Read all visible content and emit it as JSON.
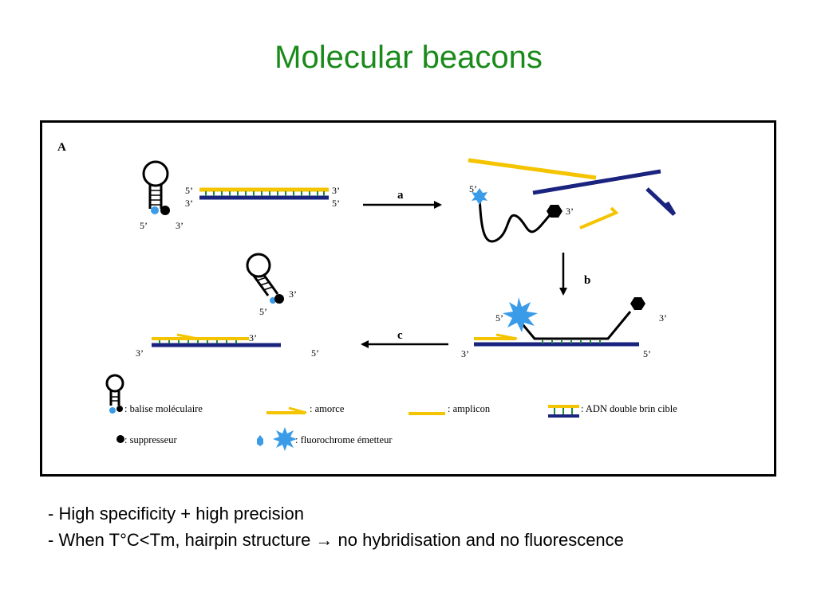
{
  "title": "Molecular beacons",
  "figure": {
    "panel_label": "A",
    "labels": {
      "five_prime": "5’",
      "three_prime": "3’"
    },
    "arrows": {
      "a": "a",
      "b": "b",
      "c": "c"
    },
    "legend": {
      "beacon": ": balise moléculaire",
      "primer": ": amorce",
      "amplicon": ": amplicon",
      "target": ": ADN double brin cible",
      "quencher": ": suppresseur",
      "fluorophore": ": fluorochrome émetteur"
    },
    "colors": {
      "yellow_strand": "#f5c400",
      "blue_strand": "#1a237e",
      "green_bonds": "#1f8a3a",
      "fluorophore": "#3a9be8",
      "quencher": "#000000",
      "title": "#1a8a1a"
    }
  },
  "bullets": [
    "- High specificity + high precision",
    "- When T°C<Tm, hairpin structure → no hybridisation and no fluorescence"
  ]
}
